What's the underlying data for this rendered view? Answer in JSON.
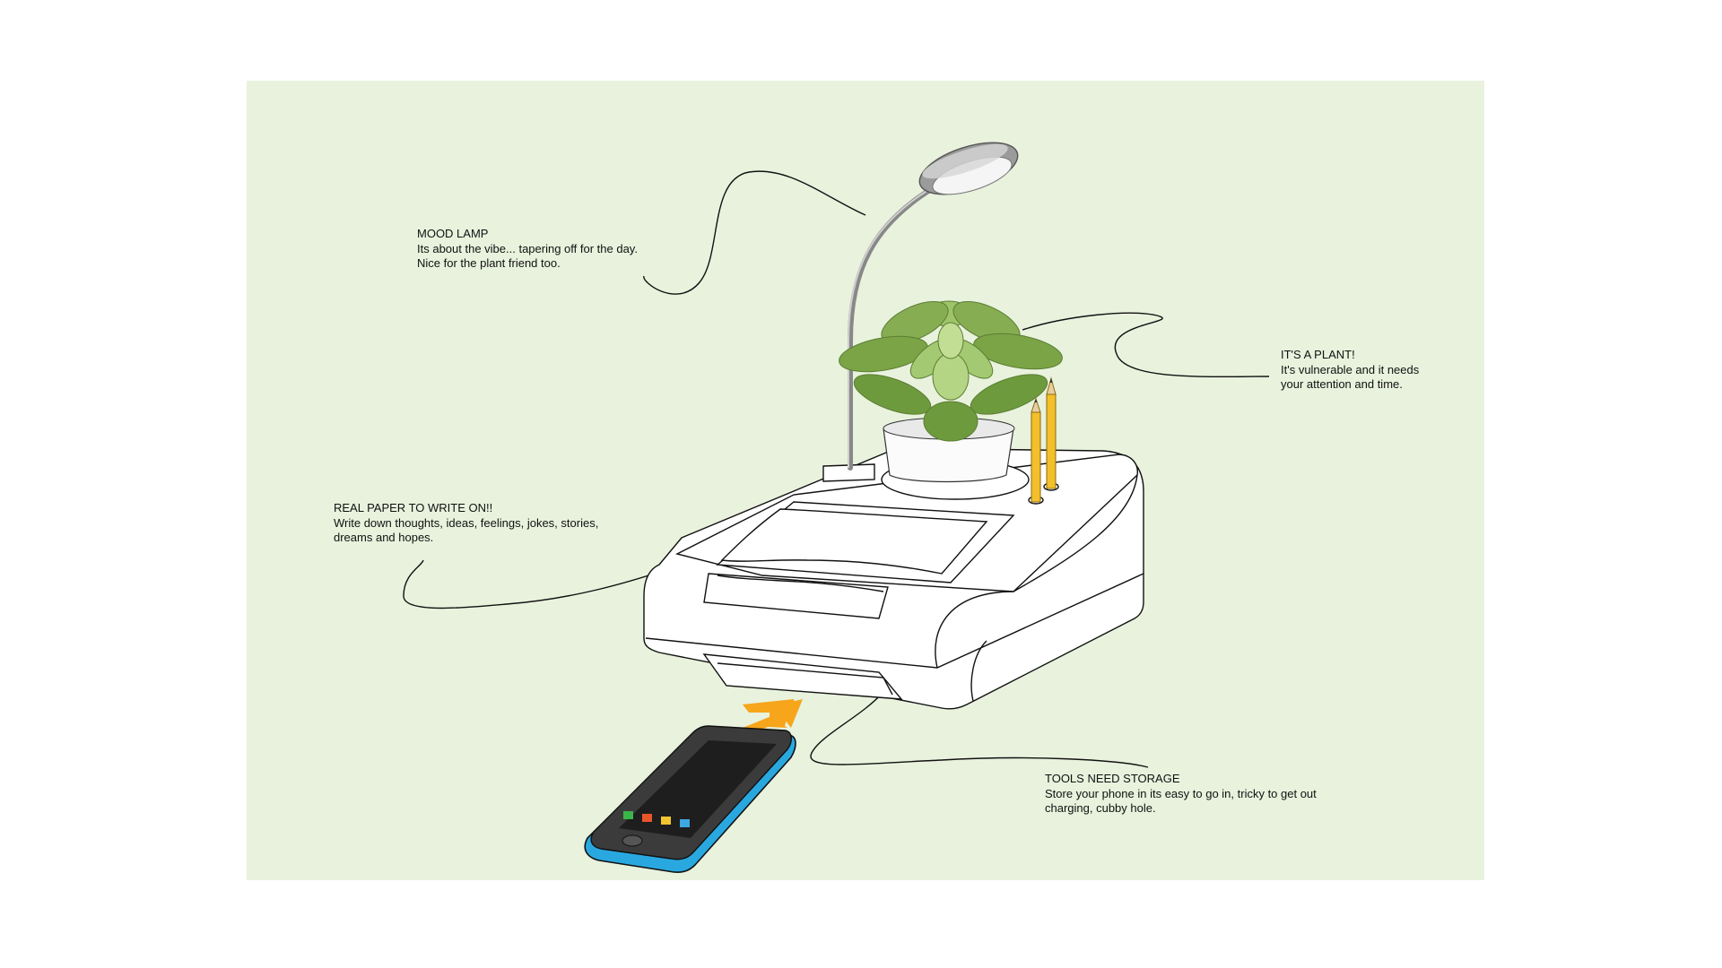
{
  "colors": {
    "background": "#e8f2dd",
    "arrow": "#f7a51b",
    "phone_body": "#29a8e0",
    "pencil": "#f3c02b",
    "plant": "#7aa445"
  },
  "callouts": {
    "lamp": {
      "title": "MOOD LAMP",
      "line1": "Its about the vibe... tapering off for the day.",
      "line2": "Nice for the plant friend too."
    },
    "plant": {
      "title": "IT'S A PLANT!",
      "line1": "It's vulnerable and it needs",
      "line2": "your attention and time."
    },
    "paper": {
      "title": "REAL PAPER TO WRITE ON!!",
      "line1": "Write down thoughts, ideas, feelings, jokes, stories,",
      "line2": "dreams and hopes."
    },
    "storage": {
      "title": "TOOLS NEED STORAGE",
      "line1": "Store your phone in its easy to go in, tricky to get out",
      "line2": "charging, cubby hole."
    }
  },
  "icons": [
    "desk-lamp-icon",
    "plant-icon",
    "pencil-icon",
    "phone-icon",
    "arrow-up-icon"
  ]
}
